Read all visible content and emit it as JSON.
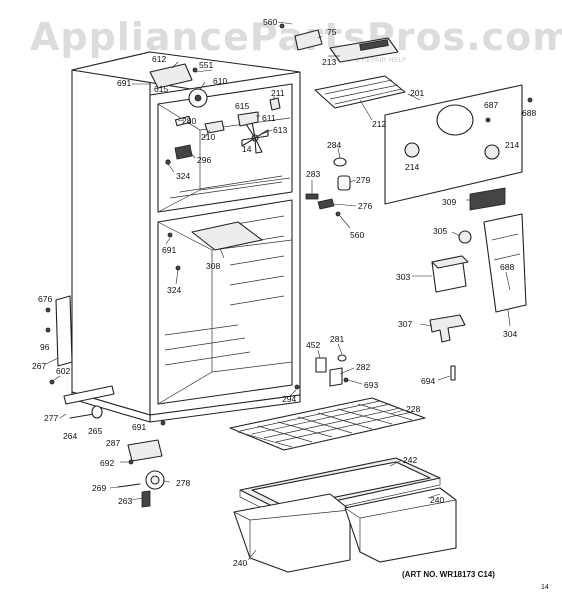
{
  "watermark": {
    "text": "AppliancePartsPros.com",
    "sub": "PARTS & REPAIR HELP"
  },
  "art_number": "(ART NO. WR18173 C14)",
  "corner_code": "14",
  "labels": [
    {
      "id": "560a",
      "text": "560"
    },
    {
      "id": "75",
      "text": "75"
    },
    {
      "id": "551",
      "text": "551"
    },
    {
      "id": "612",
      "text": "612"
    },
    {
      "id": "691a",
      "text": "691"
    },
    {
      "id": "615a",
      "text": "615"
    },
    {
      "id": "610",
      "text": "610"
    },
    {
      "id": "213",
      "text": "213"
    },
    {
      "id": "201",
      "text": "201"
    },
    {
      "id": "687",
      "text": "687"
    },
    {
      "id": "688a",
      "text": "688"
    },
    {
      "id": "211",
      "text": "211"
    },
    {
      "id": "615b",
      "text": "615"
    },
    {
      "id": "611",
      "text": "611"
    },
    {
      "id": "280",
      "text": "280"
    },
    {
      "id": "212",
      "text": "212"
    },
    {
      "id": "613",
      "text": "613"
    },
    {
      "id": "210",
      "text": "210"
    },
    {
      "id": "14",
      "text": "14"
    },
    {
      "id": "284",
      "text": "284"
    },
    {
      "id": "214a",
      "text": "214"
    },
    {
      "id": "214b",
      "text": "214"
    },
    {
      "id": "296",
      "text": "296"
    },
    {
      "id": "283",
      "text": "283"
    },
    {
      "id": "279",
      "text": "279"
    },
    {
      "id": "324a",
      "text": "324"
    },
    {
      "id": "276",
      "text": "276"
    },
    {
      "id": "309",
      "text": "309"
    },
    {
      "id": "560b",
      "text": "560"
    },
    {
      "id": "305",
      "text": "305"
    },
    {
      "id": "691b",
      "text": "691"
    },
    {
      "id": "308",
      "text": "308"
    },
    {
      "id": "303",
      "text": "303"
    },
    {
      "id": "688b",
      "text": "688"
    },
    {
      "id": "324b",
      "text": "324"
    },
    {
      "id": "676",
      "text": "676"
    },
    {
      "id": "96",
      "text": "96"
    },
    {
      "id": "307",
      "text": "307"
    },
    {
      "id": "304",
      "text": "304"
    },
    {
      "id": "267",
      "text": "267"
    },
    {
      "id": "452",
      "text": "452"
    },
    {
      "id": "281",
      "text": "281"
    },
    {
      "id": "602",
      "text": "602"
    },
    {
      "id": "282",
      "text": "282"
    },
    {
      "id": "693",
      "text": "693"
    },
    {
      "id": "694",
      "text": "694"
    },
    {
      "id": "294",
      "text": "294"
    },
    {
      "id": "277",
      "text": "277"
    },
    {
      "id": "228",
      "text": "228"
    },
    {
      "id": "264",
      "text": "264"
    },
    {
      "id": "265",
      "text": "265"
    },
    {
      "id": "691c",
      "text": "691"
    },
    {
      "id": "287",
      "text": "287"
    },
    {
      "id": "242",
      "text": "242"
    },
    {
      "id": "692",
      "text": "692"
    },
    {
      "id": "278",
      "text": "278"
    },
    {
      "id": "269",
      "text": "269"
    },
    {
      "id": "240a",
      "text": "240"
    },
    {
      "id": "263",
      "text": "263"
    },
    {
      "id": "240b",
      "text": "240"
    }
  ]
}
